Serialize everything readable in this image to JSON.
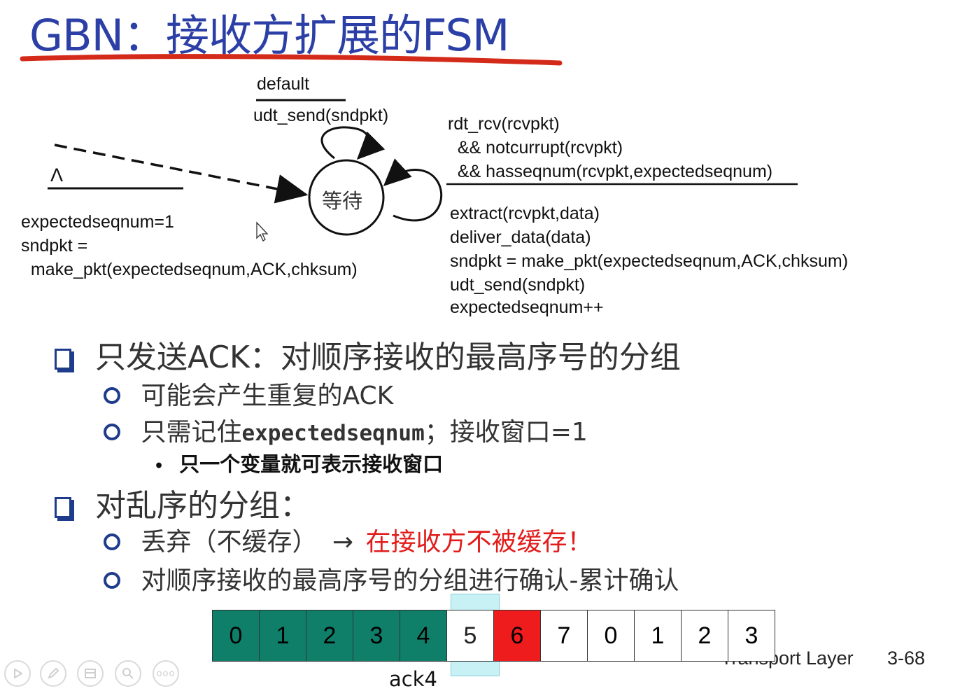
{
  "slide": {
    "title": "GBN：接收方扩展的FSM",
    "footer_label": "Transport Layer",
    "page_number": "3-68"
  },
  "fsm": {
    "state": "等待",
    "self_loop_event": "default",
    "self_loop_action": "udt_send(sndpkt)",
    "init_event": "Λ",
    "init_actions": [
      "expectedseqnum=1",
      "sndpkt =",
      "  make_pkt(expectedseqnum,ACK,chksum)"
    ],
    "main_event": [
      "rdt_rcv(rcvpkt)",
      "  && notcurrupt(rcvpkt)",
      "  && hasseqnum(rcvpkt,expectedseqnum)"
    ],
    "main_actions": [
      "extract(rcvpkt,data)",
      "deliver_data(data)",
      "sndpkt = make_pkt(expectedseqnum,ACK,chksum)",
      "udt_send(sndpkt)",
      "expectedseqnum++"
    ]
  },
  "bullets": {
    "b1": "只发送ACK：对顺序接收的最高序号的分组",
    "b1_sub1": "可能会产生重复的ACK",
    "b1_sub2_pre": "只需记住",
    "b1_sub2_code": "expectedseqnum",
    "b1_sub2_post": "；接收窗口=1",
    "b1_sub2_note": "只一个变量就可表示接收窗口",
    "b2": "对乱序的分组：",
    "b2_sub1_pre": "丢弃（不缓存）",
    "b2_sub1_arrow": "→",
    "b2_sub1_red": "在接收方不被缓存！",
    "b2_sub2": "对顺序接收的最高序号的分组进行确认-累计确认"
  },
  "sequence": {
    "cells": [
      "0",
      "1",
      "2",
      "3",
      "4",
      "5",
      "6",
      "7",
      "0",
      "1",
      "2",
      "3"
    ],
    "states": [
      "green",
      "green",
      "green",
      "green",
      "green",
      "window",
      "red",
      "white",
      "white",
      "white",
      "white",
      "white"
    ],
    "ack_label": "ack4"
  },
  "colors": {
    "title_blue": "#2b3fa6",
    "underline_red": "#d42a1a",
    "bullet_blue": "#1f3c8c",
    "acked_green": "#0f7f6a",
    "outoforder_red": "#ee1c1c",
    "window_cyan": "#c7f1f4"
  },
  "toolbar": {
    "icons": [
      "play-icon",
      "pen-icon",
      "slides-icon",
      "zoom-icon",
      "more-icon"
    ],
    "more_label": "ooo"
  }
}
